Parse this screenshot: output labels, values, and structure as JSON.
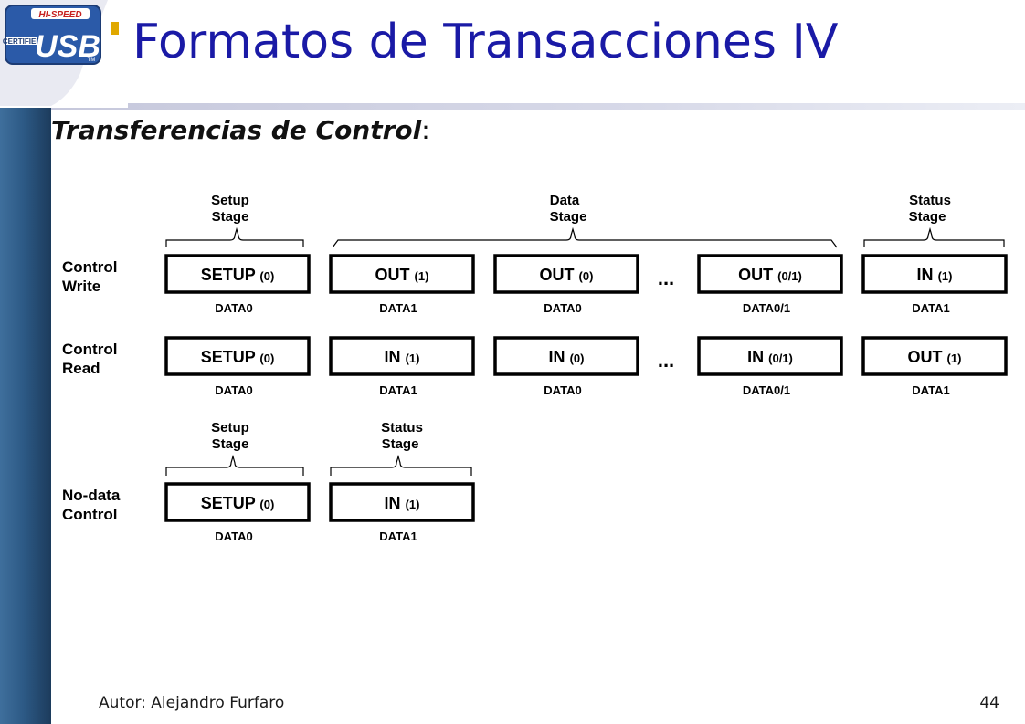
{
  "logo": {
    "top_text": "HI-SPEED",
    "side_text": "CERTIFIED",
    "main_text": "USB",
    "tm": "TM"
  },
  "title": "Formatos de Transacciones IV",
  "subtitle": {
    "main": "Transferencias de Control",
    "suffix": ":"
  },
  "diagram": {
    "brace_labels": {
      "setup_top": [
        "Setup",
        "Stage"
      ],
      "data_top": [
        "Data",
        "Stage"
      ],
      "status_top": [
        "Status",
        "Stage"
      ],
      "setup_nodata": [
        "Setup",
        "Stage"
      ],
      "status_nodata": [
        "Status",
        "Stage"
      ]
    },
    "rows": [
      {
        "label": [
          "Control",
          "Write"
        ],
        "packets": [
          {
            "main": "SETUP",
            "num": "(0)",
            "pid": "DATA0"
          },
          {
            "main": "OUT",
            "num": "(1)",
            "pid": "DATA1"
          },
          {
            "main": "OUT",
            "num": "(0)",
            "pid": "DATA0"
          },
          {
            "main": "OUT",
            "num": "(0/1)",
            "pid": "DATA0/1"
          },
          {
            "main": "IN",
            "num": "(1)",
            "pid": "DATA1"
          }
        ],
        "ellipsis": "..."
      },
      {
        "label": [
          "Control",
          "Read"
        ],
        "packets": [
          {
            "main": "SETUP",
            "num": "(0)",
            "pid": "DATA0"
          },
          {
            "main": "IN",
            "num": "(1)",
            "pid": "DATA1"
          },
          {
            "main": "IN",
            "num": "(0)",
            "pid": "DATA0"
          },
          {
            "main": "IN",
            "num": "(0/1)",
            "pid": "DATA0/1"
          },
          {
            "main": "OUT",
            "num": "(1)",
            "pid": "DATA1"
          }
        ],
        "ellipsis": "..."
      },
      {
        "label": [
          "No-data",
          "Control"
        ],
        "packets": [
          {
            "main": "SETUP",
            "num": "(0)",
            "pid": "DATA0"
          },
          {
            "main": "IN",
            "num": "(1)",
            "pid": "DATA1"
          }
        ]
      }
    ]
  },
  "footer": {
    "author": "Autor: Alejandro Furfaro",
    "page": "44"
  },
  "colors": {
    "title": "#1a1aa6",
    "left_bar": "#2d5a86",
    "logo_blue": "#2b5aa8"
  }
}
